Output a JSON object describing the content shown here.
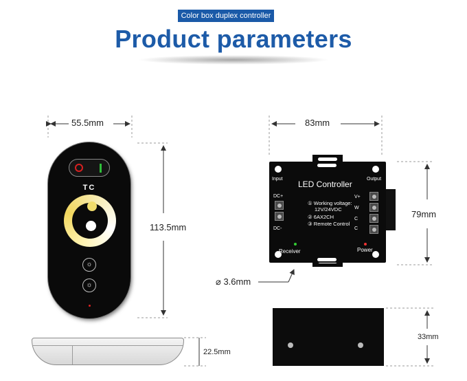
{
  "header": {
    "tag": "Color box duplex controller",
    "title": "Product parameters"
  },
  "remote": {
    "width": "55.5mm",
    "height": "113.5mm",
    "thickness": "22.5mm",
    "logo": "TC",
    "icons": [
      "power-off-icon",
      "power-on-icon",
      "bulb-icon",
      "bulb-icon"
    ]
  },
  "controller": {
    "width": "83mm",
    "height": "79mm",
    "hole": "⌀ 3.6mm",
    "side_height": "33mm",
    "title": "LED Controller",
    "input_label": "Input",
    "output_label": "Output",
    "dc_plus": "DC+",
    "dc_minus": "DC-",
    "specs": [
      "① Working voltage:",
      "12V/24VDC",
      "② 6AX2CH",
      "③ Remote Control"
    ],
    "terminals": [
      "V+",
      "W",
      "C",
      "C"
    ],
    "receiver_label": "Receiver",
    "power_label": "Power"
  },
  "colors": {
    "accent": "#1a5aa8",
    "heading": "#1d5ba8"
  }
}
